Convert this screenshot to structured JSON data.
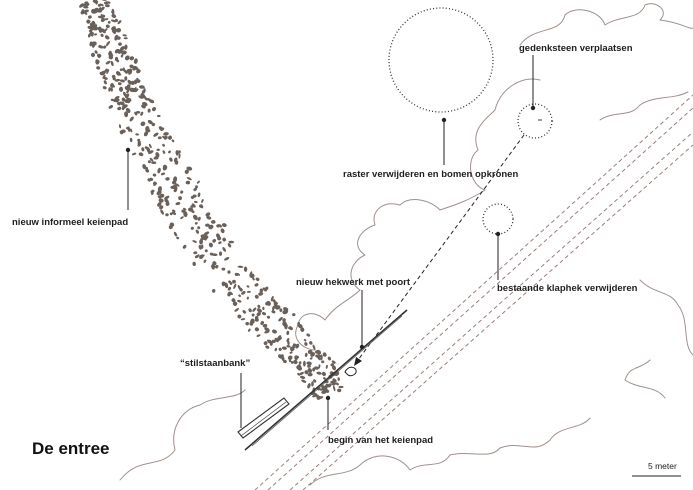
{
  "title": "De entree",
  "annotations": {
    "gedenksteen": "gedenksteen verplaatsen",
    "raster": "raster verwijderen en bomen opkronen",
    "keienpad_nieuw": "nieuw informeel keienpad",
    "hekwerk": "nieuw hekwerk met poort",
    "klaphek": "bestaande klaphek verwijderen",
    "stilstaanbank": "“stilstaanbank”",
    "begin_keienpad": "begin van het keienpad"
  },
  "scale_bar": {
    "label": "5 meter",
    "length_m": 5
  },
  "colors": {
    "ink": "#1e1e1e",
    "cobble": "#6a605a",
    "tree_outline": "#a0908a",
    "rail_dash": "#9c7e7a"
  }
}
